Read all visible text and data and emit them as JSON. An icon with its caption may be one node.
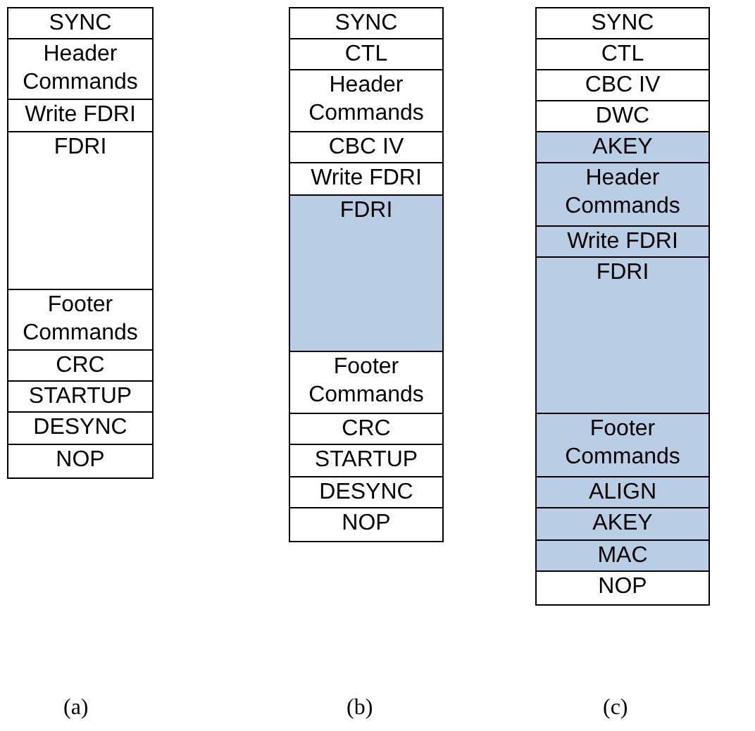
{
  "diagram": {
    "nodes": [
      {
        "text": [
          "SYNC"
        ]
      },
      {
        "text": [
          "Header Commands"
        ]
      },
      {
        "text": [
          "Write FDRI"
        ]
      },
      {
        "text": [
          "FDRI"
        ]
      },
      {
        "text": [
          "Footer Commands"
        ]
      },
      {
        "text": [
          "CRC"
        ]
      },
      {
        "text": [
          "STARTUP"
        ]
      },
      {
        "text": [
          "DESYNC"
        ]
      },
      {
        "text": [
          "NOP"
        ]
      },
      {
        "text": [
          "SYNC"
        ]
      },
      {
        "text": [
          "CTL"
        ]
      },
      {
        "text": [
          "Header Commands"
        ]
      },
      {
        "text": [
          "CBC IV"
        ]
      },
      {
        "text": [
          "Write FDRI"
        ]
      },
      {
        "text": [
          "FDRI"
        ]
      },
      {
        "text": [
          "Footer Commands"
        ]
      },
      {
        "text": [
          "CRC"
        ]
      },
      {
        "text": [
          "STARTUP"
        ]
      },
      {
        "text": [
          "DESYNC"
        ]
      },
      {
        "text": [
          "NOP"
        ]
      },
      {
        "text": [
          "SYNC"
        ]
      },
      {
        "text": [
          "CTL"
        ]
      },
      {
        "text": [
          "CBC IV"
        ]
      },
      {
        "text": [
          "DWC"
        ]
      },
      {
        "text": [
          "AKEY"
        ]
      },
      {
        "text": [
          "Header Commands"
        ]
      },
      {
        "text": [
          "Write FDRI"
        ]
      },
      {
        "text": [
          "FDRI"
        ]
      },
      {
        "text": [
          "Footer Commands"
        ]
      },
      {
        "text": [
          "ALIGN"
        ]
      },
      {
        "text": [
          "AKEY"
        ]
      },
      {
        "text": [
          "MAC"
        ]
      },
      {
        "text": [
          "NOP"
        ]
      }
    ],
    "edges": [],
    "labels": [
      "(a)",
      "(b)",
      "(c)"
    ]
  }
}
